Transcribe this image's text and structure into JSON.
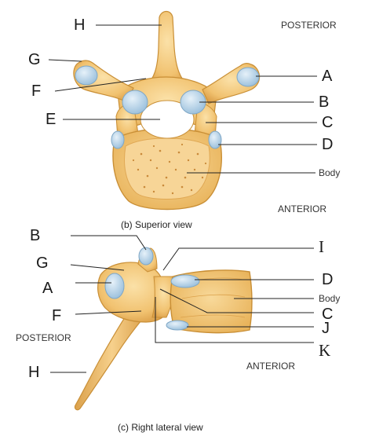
{
  "orientation": {
    "top_right": "POSTERIOR",
    "mid_right": "ANTERIOR",
    "left_lower": "POSTERIOR",
    "right_lower": "ANTERIOR"
  },
  "captions": {
    "superior": "(b) Superior view",
    "lateral": "(c) Right lateral view"
  },
  "superior_labels": {
    "h": "H",
    "g": "G",
    "f": "F",
    "e": "E",
    "a": "A",
    "b": "B",
    "c": "C",
    "d": "D",
    "body": "Body"
  },
  "lateral_labels": {
    "b": "B",
    "g": "G",
    "a": "A",
    "f": "F",
    "h": "H",
    "i": "I",
    "d": "D",
    "body": "Body",
    "c": "C",
    "j": "J",
    "k": "K"
  },
  "colors": {
    "bone": "#f3c77c",
    "bone_dark": "#d9a247",
    "bone_outline": "#c98f36",
    "facet": "#b7d4ea",
    "body_surface": "#f6d18f",
    "pore": "#c98a3a",
    "leader": "#222222"
  }
}
